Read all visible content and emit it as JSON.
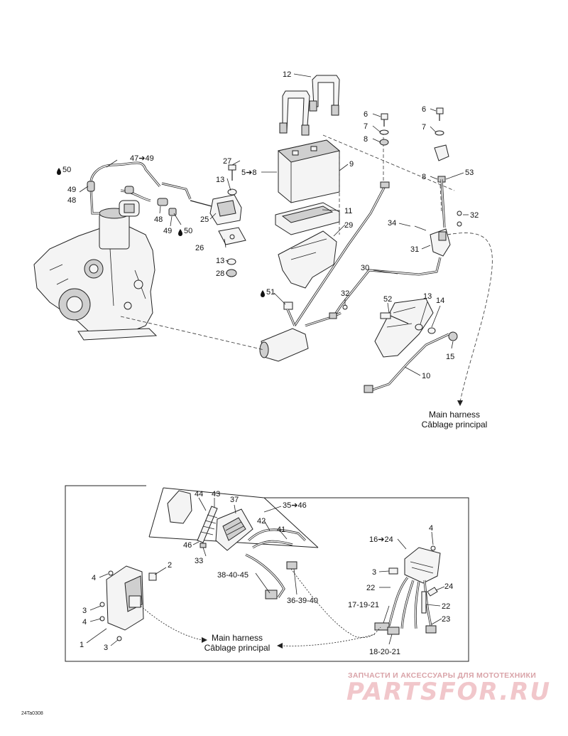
{
  "diagram": {
    "code": "24Ta0308",
    "watermark": {
      "tagline": "ЗАПЧАСТИ И АКСЕССУАРЫ ДЛЯ МОТОТЕХНИКИ",
      "brand": "PARTSFOR.RU"
    },
    "top_labels": {
      "l12": "12",
      "l6a": "6",
      "l7a": "7",
      "l8a": "8",
      "l6b": "6",
      "l7b": "7",
      "l8b": "8",
      "l53": "53",
      "l47_49": "47➔49",
      "l50a": "50",
      "l49a": "49",
      "l48a": "48",
      "l27": "27",
      "l5_8": "5➔8",
      "l9": "9",
      "l13a": "13",
      "l48b": "48",
      "l49b": "49",
      "l50b": "50",
      "l25": "25",
      "l11": "11",
      "l29": "29",
      "l32a": "32",
      "l34": "34",
      "l31": "31",
      "l26": "26",
      "l13b": "13",
      "l28": "28",
      "l30": "30",
      "l51": "51",
      "l32b": "32",
      "l52": "52",
      "l13c": "13",
      "l14": "14",
      "l15": "15",
      "l10": "10"
    },
    "main_harness_top": {
      "line1": "Main harness",
      "line2": "Câblage principal"
    },
    "bottom_labels": {
      "l44": "44",
      "l43": "43",
      "l37": "37",
      "l35_46": "35➔46",
      "l42": "42",
      "l41": "41",
      "l46": "46",
      "l33": "33",
      "l38_40_45": "38-40-45",
      "l36_39_40": "36-39-40",
      "l2": "2",
      "l4a": "4",
      "l3a": "3",
      "l4b": "4",
      "l1": "1",
      "l3b": "3",
      "l16_24": "16➔24",
      "l4c": "4",
      "l3c": "3",
      "l22a": "22",
      "l24": "24",
      "l17_19_21": "17-19-21",
      "l22b": "22",
      "l23": "23",
      "l18_20_21": "18-20-21"
    },
    "main_harness_bottom": {
      "line1": "Main harness",
      "line2": "Câblage principal"
    }
  }
}
